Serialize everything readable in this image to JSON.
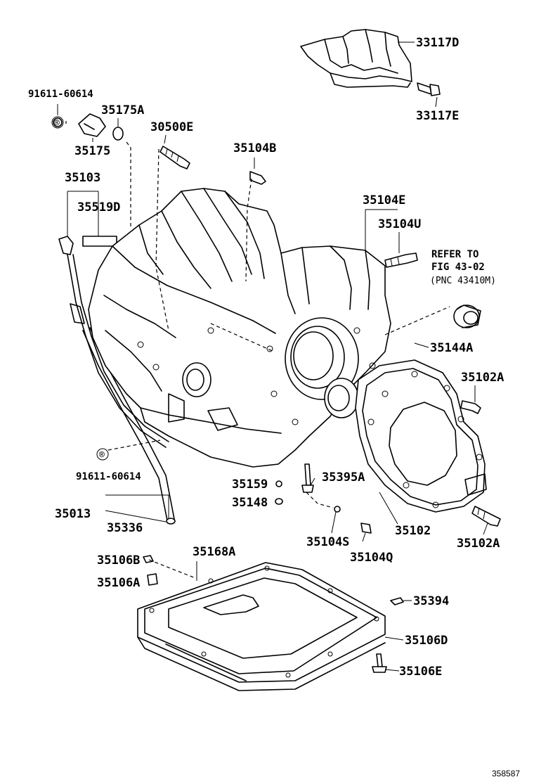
{
  "labels": {
    "p33117D": "33117D",
    "p33117E": "33117E",
    "p91611a": "91611-60614",
    "p35175A": "35175A",
    "p35175": "35175",
    "p30500E": "30500E",
    "p35104B": "35104B",
    "p35103": "35103",
    "p35519D": "35519D",
    "p35104E": "35104E",
    "p35104U": "35104U",
    "p35144A": "35144A",
    "p35102A1": "35102A",
    "p91611b": "91611-60614",
    "p35159": "35159",
    "p35395A": "35395A",
    "p35148": "35148",
    "p35013": "35013",
    "p35336": "35336",
    "p35102": "35102",
    "p35104S": "35104S",
    "p35102A2": "35102A",
    "p35104Q": "35104Q",
    "p35106B": "35106B",
    "p35168A": "35168A",
    "p35106A": "35106A",
    "p35394": "35394",
    "p35106D": "35106D",
    "p35106E": "35106E"
  },
  "refer": {
    "line1": "REFER TO",
    "line2": "FIG 43-02",
    "line3": "(PNC 43410M)"
  },
  "symbol": "®",
  "figure_id": "358587"
}
